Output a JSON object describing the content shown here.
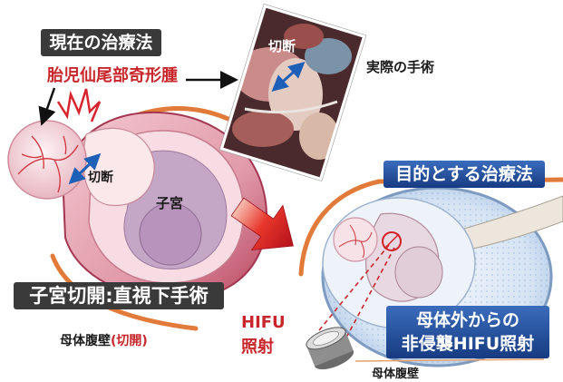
{
  "labels": {
    "current_treatment": "現在の治療法",
    "tumor": "胎児仙尾部奇形腫",
    "actual_surgery": "実際の手術",
    "cut_left": "切断",
    "cut_photo": "切断",
    "uterus": "子宮",
    "target_treatment": "目的とする治療法",
    "open_surgery": "子宮切開:直視下手術",
    "abdominal_wall_left": "母体腹壁",
    "abdominal_wall_left_note": "(切開)",
    "hifu_line1": "HIFU",
    "hifu_line2": "照射",
    "noninvasive_line1": "母体外からの",
    "noninvasive_line2": "非侵襲HIFU照射",
    "abdominal_wall_right": "母体腹壁"
  },
  "colors": {
    "dark_box": "#3a3a3a",
    "red_text": "#c8262a",
    "abdominal_wall": "#e27a3a",
    "cut_arrow": "#1e5fb8",
    "hifu_beam": "#c8262a"
  }
}
